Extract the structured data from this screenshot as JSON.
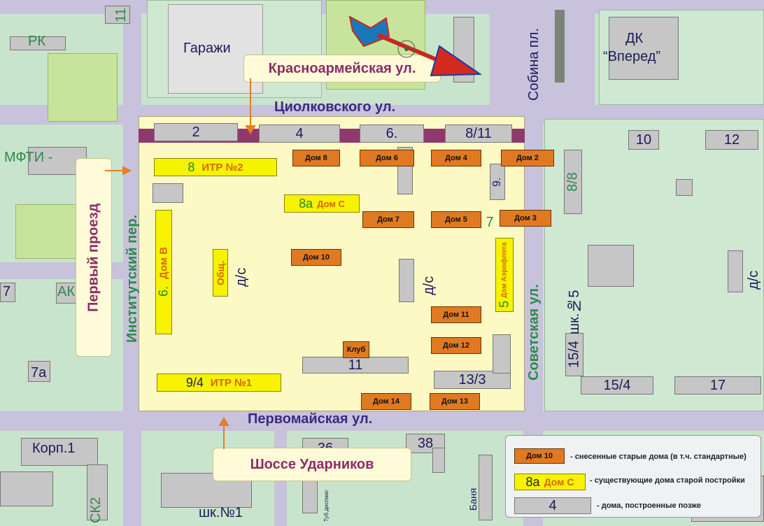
{
  "streets": {
    "tsiolkovskogo": "Циолковского ул.",
    "pervomayskaya": "Первомайская ул.",
    "institutsky": "Институтский пер.",
    "sovetskaya": "Советская ул.",
    "sobina": "Собина пл."
  },
  "callouts": {
    "krasnoarmeyskaya": "Красноармейская ул.",
    "perviy_proezd": "Первый проезд",
    "shosse_udarnikov": "Шоссе Ударников"
  },
  "places": {
    "garazhi": "Гаражи",
    "dk_line1": "ДК",
    "dk_line2": "“Вперед”",
    "mfti": "МФТИ -",
    "rk": "РК",
    "ak": "АК",
    "seven": "7",
    "seven_a": "7а",
    "eleven_top": "11",
    "korp1": "Корп.1",
    "sk2": "СК2",
    "shk1": "шк.№1",
    "shk5": "шк.№5",
    "ds_left": "д/с",
    "ds_mid": "д/с",
    "ds_right": "д/с",
    "banya": "Баня",
    "tub": "Туб.диспанс"
  },
  "new_buildings": [
    "2",
    "4",
    "6.",
    "8/11",
    "10",
    "12",
    "8/8",
    "9.",
    "7",
    "11",
    "13/3",
    "15/4",
    "15/4",
    "17",
    "36",
    "38",
    "6."
  ],
  "old_demolished": [
    "Дом 8",
    "Дом 6",
    "Дом 4",
    "Дом 2",
    "Дом 7",
    "Дом 5",
    "Дом 3",
    "Дом 10",
    "Дом 11",
    "Дом 12",
    "Клуб",
    "Дом 14",
    "Дом 13"
  ],
  "existing_old": {
    "itr2": {
      "num": "8",
      "name": "ИТР №2"
    },
    "domc": {
      "num": "8а",
      "name": "Дом С"
    },
    "domb": {
      "num": "6.",
      "name": "Дом В"
    },
    "obsch": "Общ.",
    "aeroflot": {
      "num": "5",
      "name": "Дом Аэрофлота"
    },
    "itr1": {
      "num": "9/4",
      "name": "ИТР №1"
    }
  },
  "legend": {
    "old_sample": "Дом 10",
    "old_text": "- снесенные старые дома (в т.ч. стандартные)",
    "exist_num": "8а",
    "exist_name": "Дом С",
    "exist_text": "- существующие дома старой постройки",
    "new_sample": "4",
    "new_text": "- дома, построенные позже"
  },
  "colors": {
    "old": "#e07a22",
    "existing": "#f7f200",
    "new": "#c6c6c6",
    "quarter": "#fdf9c4",
    "street": "#c8c2dc",
    "arrow": "#e67e22"
  }
}
